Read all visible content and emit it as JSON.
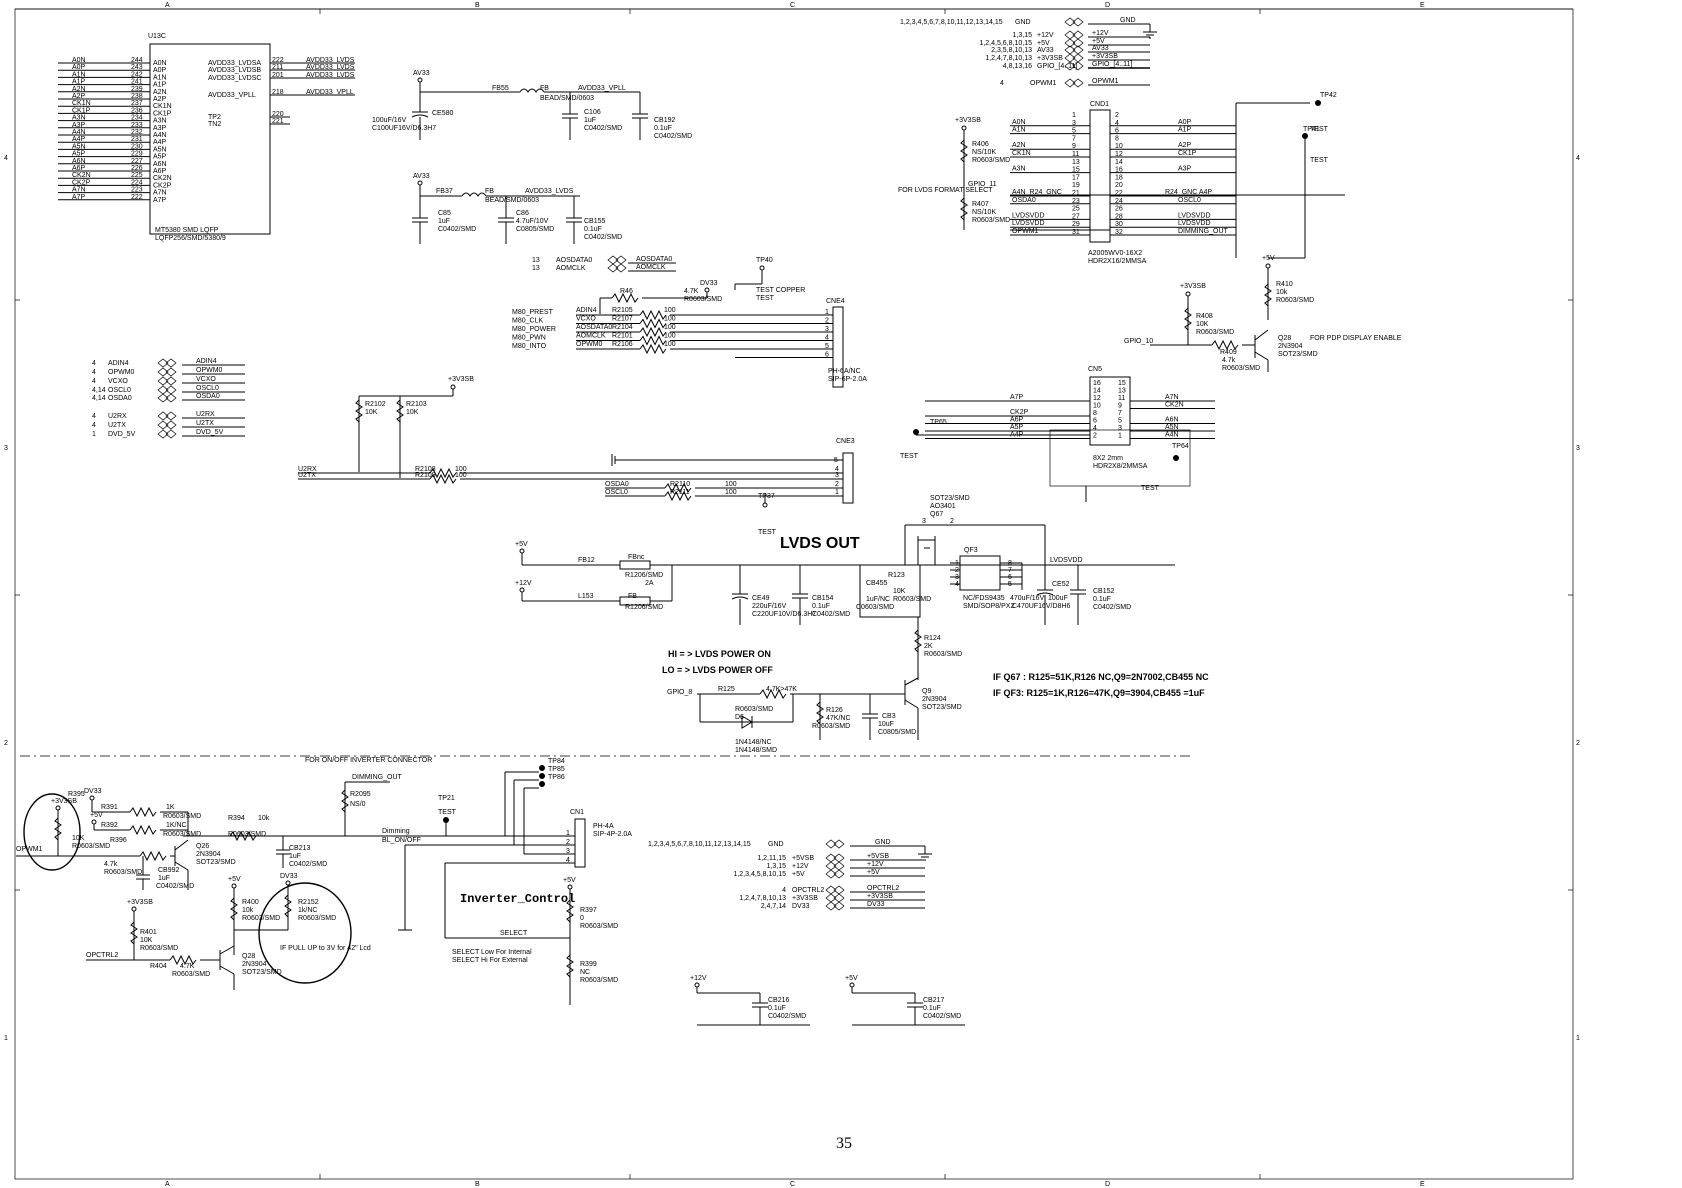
{
  "page": {
    "number": "35"
  },
  "u13c": {
    "ref": "U13C",
    "part": "MT5380 SMD LQFP",
    "pkg": "LQFP256/SMD/5380/9",
    "left_pins": [
      {
        "name": "A0N",
        "num": "244"
      },
      {
        "name": "A0P",
        "num": "243"
      },
      {
        "name": "A1N",
        "num": "242"
      },
      {
        "name": "A1P",
        "num": "241"
      },
      {
        "name": "A2N",
        "num": "239"
      },
      {
        "name": "A2P",
        "num": "238"
      },
      {
        "name": "CK1N",
        "num": "237"
      },
      {
        "name": "CK1P",
        "num": "236"
      },
      {
        "name": "A3N",
        "num": "234"
      },
      {
        "name": "A3P",
        "num": "233"
      },
      {
        "name": "A4N",
        "num": "232"
      },
      {
        "name": "A4P",
        "num": "231"
      },
      {
        "name": "A5N",
        "num": "230"
      },
      {
        "name": "A5P",
        "num": "229"
      },
      {
        "name": "A6N",
        "num": "227"
      },
      {
        "name": "A6P",
        "num": "226"
      },
      {
        "name": "CK2N",
        "num": "225"
      },
      {
        "name": "CK2P",
        "num": "224"
      },
      {
        "name": "A7N",
        "num": "223"
      },
      {
        "name": "A7P",
        "num": "222"
      }
    ],
    "right_pins": [
      {
        "name": "AVDD33_LVDSA",
        "num": "222",
        "net": "AVDD33_LVDS"
      },
      {
        "name": "AVDD33_LVDSB",
        "num": "211",
        "net": "AVDD33_LVDS"
      },
      {
        "name": "AVDD33_LVDSC",
        "num": "201",
        "net": "AVDD33_LVDS"
      },
      {
        "name": "AVDD33_VPLL",
        "num": "218",
        "net": "AVDD33_VPLL"
      },
      {
        "name": "TP2",
        "num": "220",
        "net": ""
      },
      {
        "name": "TN2",
        "num": "221",
        "net": ""
      }
    ]
  },
  "power_filter": {
    "top": {
      "rail": "AV33",
      "fb": "FB55",
      "fb2": "FB",
      "bead": "BEAD/SMD/0603",
      "net": "AVDD33_VPLL",
      "caps": [
        {
          "ref": "CE580",
          "val": "100uF/16V",
          "pkg": "C100UF16V/D6.3H7"
        },
        {
          "ref": "C106",
          "val": "1uF",
          "pkg": "C0402/SMD"
        },
        {
          "ref": "CB192",
          "val": "0.1uF",
          "pkg": "C0402/SMD"
        }
      ]
    },
    "bottom": {
      "rail": "AV33",
      "fb": "FB37",
      "fb2": "FB",
      "bead": "BEAD/SMD/0603",
      "net": "AVDD33_LVDS",
      "caps": [
        {
          "ref": "C85",
          "val": "1uF",
          "pkg": "C0402/SMD"
        },
        {
          "ref": "C86",
          "val": "4.7uF/10V",
          "pkg": "C0805/SMD"
        },
        {
          "ref": "CB155",
          "val": "0.1uF",
          "pkg": "C0402/SMD"
        }
      ]
    }
  },
  "aosd": {
    "lines": [
      {
        "num": "13",
        "name": "AOSDATA0",
        "net": "AOSDATA0"
      },
      {
        "num": "13",
        "name": "AOMCLK",
        "net": "AOMCLK"
      }
    ]
  },
  "cne4": {
    "ref": "CNE4",
    "part": "PH-6A/NC",
    "pkg": "SIP-6P-2.0A",
    "dv33": "DV33",
    "r46": "R46",
    "r46v": "4.7K",
    "r46p": "R0603/SMD",
    "tp": "TP40",
    "tp_note": "TEST COPPER",
    "tp_test": "TEST",
    "rows": [
      {
        "sig": "M80_PREST",
        "net": "ADIN4",
        "r": "R2105",
        "v": "100",
        "pin": "1"
      },
      {
        "sig": "M80_CLK",
        "net": "VCXO",
        "r": "R2107",
        "v": "100",
        "pin": "2"
      },
      {
        "sig": "M80_POWER",
        "net": "AOSDATA0",
        "r": "R2104",
        "v": "100",
        "pin": "3"
      },
      {
        "sig": "M80_PWN",
        "net": "AOMCLK",
        "r": "R2101",
        "v": "100",
        "pin": "4"
      },
      {
        "sig": "M80_INTO",
        "net": "OPWM0",
        "r": "R2106",
        "v": "100",
        "pin": "5"
      },
      {
        "sig": "",
        "net": "",
        "r": "",
        "v": "",
        "pin": "6"
      }
    ]
  },
  "offpage_left": [
    {
      "num": "4",
      "name": "ADIN4",
      "net": "ADIN4"
    },
    {
      "num": "4",
      "name": "OPWM0",
      "net": "OPWM0"
    },
    {
      "num": "4",
      "name": "VCXO",
      "net": "VCXO"
    },
    {
      "num": "4,14",
      "name": "OSCL0",
      "net": "OSCL0"
    },
    {
      "num": "4,14",
      "name": "OSDA0",
      "net": "OSDA0"
    },
    {
      "num": "4",
      "name": "U2RX",
      "net": "U2RX"
    },
    {
      "num": "4",
      "name": "U2TX",
      "net": "U2TX"
    },
    {
      "num": "1",
      "name": "DVD_5V",
      "net": "DVD_5V"
    }
  ],
  "cne3": {
    "ref": "CNE3",
    "rail": "+3V3SB",
    "pull": [
      {
        "ref": "R2102",
        "v": "10K"
      },
      {
        "ref": "R2103",
        "v": "10K"
      }
    ],
    "rows": [
      {
        "net": "U2RX",
        "r": "R2108",
        "v": "100",
        "pin": "4"
      },
      {
        "net": "U2TX",
        "r": "R2109",
        "v": "100",
        "pin": "3"
      },
      {
        "net": "OSDA0",
        "r": "R2110",
        "v": "100",
        "pin": "2"
      },
      {
        "net": "OSCL0",
        "r": "R2111",
        "v": "100",
        "pin": "1"
      }
    ],
    "pin5": "5",
    "tp": "TP37",
    "tp_test": "TEST"
  },
  "lvds": {
    "title": "LVDS OUT",
    "p5v": "+5V",
    "p12v": "+12V",
    "fb1": {
      "ref": "FB12",
      "v": "FBnc",
      "pkg": "R1206/SMD",
      "cur": "2A"
    },
    "fb2": {
      "ref": "L153",
      "v": "FB",
      "pkg": "R1206/SMD"
    },
    "ce49": {
      "ref": "CE49",
      "v": "220uF/16V",
      "pkg": "C220UF10V/D6.3H7"
    },
    "cb154": {
      "ref": "CB154",
      "v": "0.1uF",
      "pkg": "C0402/SMD"
    },
    "cb455": {
      "ref": "CB455",
      "v": "1uF/NC",
      "pkg": "C0603/SMD"
    },
    "r123": {
      "ref": "R123",
      "v": "10K",
      "pkg": "R0603/SMD"
    },
    "q67": {
      "ref": "Q67",
      "part": "AO3401",
      "pkg": "SOT23/SMD"
    },
    "qf3": {
      "ref": "QF3",
      "part": "NC/FDS9435",
      "pkg": "SMD/SOP8/PX2"
    },
    "ce52": {
      "ref": "CE52",
      "v": "470uF/16V",
      "pkg": "C470UF16V/D8H6",
      "v2": "100uF"
    },
    "cb152": {
      "ref": "CB152",
      "v": "0.1uF",
      "pkg": "C0402/SMD"
    },
    "net": "LVDSVDD",
    "r124": {
      "ref": "R124",
      "v": "2K",
      "pkg": "R0603/SMD"
    },
    "q9": {
      "ref": "Q9",
      "part": "2N3904",
      "pkg": "SOT23/SMD"
    },
    "r125": {
      "ref": "R125",
      "v": "4.7K>47K",
      "pkg": "R0603/SMD"
    },
    "d6": {
      "ref": "D6",
      "part": "1N4148/NC",
      "pkg": "1N4148/SMD"
    },
    "r126": {
      "ref": "R126",
      "v": "47K/NC",
      "pkg": "R0603/SMD"
    },
    "cb3": {
      "ref": "CB3",
      "v": "10uF",
      "pkg": "C0805/SMD"
    },
    "gpio": "GPIO_8",
    "hi": "HI = > LVDS  POWER ON",
    "lo": "LO = > LVDS  POWER OFF",
    "note1": "IF Q67 : R125=51K,R126 NC,Q9=2N7002,CB455 NC",
    "note2": "IF QF3: R125=1K,R126=47K,Q9=3904,CB455 =1uF"
  },
  "gnd_table": {
    "rows": [
      {
        "pins": "1,2,3,4,5,6,7,8,10,11,12,13,14,15",
        "name": "GND",
        "net": "GND"
      },
      {
        "pins": "1,3,15",
        "name": "+12V",
        "net": "+12V"
      },
      {
        "pins": "1,2,4,5,6,8,10,15",
        "name": "+5V",
        "net": "+5V"
      },
      {
        "pins": "2,3,5,8,10,13",
        "name": "AV33",
        "net": "AV33"
      },
      {
        "pins": "1,2,4,7,8,10,13",
        "name": "+3V3SB",
        "net": "+3V3SB"
      },
      {
        "pins": "4,8,13,16",
        "name": "GPIO_[4..11]",
        "net": "GPIO_[4..11]"
      },
      {
        "pins": "4",
        "name": "OPWM1",
        "net": "OPWM1"
      }
    ]
  },
  "cnd1": {
    "ref": "CND1",
    "part": "A2005WV0-16X2",
    "pkg": "HDR2X16/2MMSA",
    "rail": "+3V3SB",
    "r406": {
      "ref": "R406",
      "v": "NS/10K",
      "pkg": "R0603/SMD"
    },
    "r407": {
      "ref": "R407",
      "v": "NS/10K",
      "pkg": "R0603/SMD"
    },
    "gpio": "GPIO_11",
    "note": "FOR LVDS FORMAT SELECT",
    "left": [
      {
        "net": "",
        "pin": "1"
      },
      {
        "net": "A0N",
        "pin": "3"
      },
      {
        "net": "A1N",
        "pin": "5"
      },
      {
        "net": "",
        "pin": "7"
      },
      {
        "net": "A2N",
        "pin": "9"
      },
      {
        "net": "CK1N",
        "pin": "11"
      },
      {
        "net": "",
        "pin": "13"
      },
      {
        "net": "A3N",
        "pin": "15"
      },
      {
        "net": "",
        "pin": "17"
      },
      {
        "net": "",
        "pin": "19"
      },
      {
        "net": "A4N_R24_GNC",
        "pin": "21"
      },
      {
        "net": "OSDA0",
        "pin": "23"
      },
      {
        "net": "",
        "pin": "25"
      },
      {
        "net": "LVDSVDD",
        "pin": "27"
      },
      {
        "net": "LVDSVDD",
        "pin": "29"
      },
      {
        "net": "OPWM1",
        "pin": "31"
      }
    ],
    "right": [
      {
        "net": "",
        "pin": "2"
      },
      {
        "net": "A0P",
        "pin": "4"
      },
      {
        "net": "A1P",
        "pin": "6"
      },
      {
        "net": "",
        "pin": "8"
      },
      {
        "net": "A2P",
        "pin": "10"
      },
      {
        "net": "CK1P",
        "pin": "12"
      },
      {
        "net": "",
        "pin": "14"
      },
      {
        "net": "A3P",
        "pin": "16"
      },
      {
        "net": "",
        "pin": "18"
      },
      {
        "net": "",
        "pin": "20"
      },
      {
        "net": "R24_GNC    A4P",
        "pin": "22"
      },
      {
        "net": "OSCL0",
        "pin": "24"
      },
      {
        "net": "",
        "pin": "26"
      },
      {
        "net": "LVDSVDD",
        "pin": "28"
      },
      {
        "net": "LVDSVDD",
        "pin": "30"
      },
      {
        "net": "DIMMING_OUT",
        "pin": "32"
      }
    ],
    "tp42": "TP42",
    "tp41": "TP41",
    "test": "TEST"
  },
  "q28a": {
    "rail": "+3V3SB",
    "p5v": "+5V",
    "r408": {
      "ref": "R408",
      "v": "10K",
      "pkg": "R0603/SMD"
    },
    "r409": {
      "ref": "R409",
      "v": "4.7k",
      "pkg": "R0603/SMD"
    },
    "r410": {
      "ref": "R410",
      "v": "10k",
      "pkg": "R0603/SMD"
    },
    "q": {
      "ref": "Q28",
      "part": "2N3904",
      "pkg": "SOT23/SMD"
    },
    "gpio": "GPIO_10",
    "note": "FOR PDP DISPLAY ENABLE"
  },
  "cn5": {
    "ref": "CN5",
    "part": "8X2 2mm",
    "pkg": "HDR2X8/2MMSA",
    "left": [
      {
        "net": "",
        "pin": "16"
      },
      {
        "net": "",
        "pin": "14"
      },
      {
        "net": "A7P",
        "pin": "12"
      },
      {
        "net": "",
        "pin": "10"
      },
      {
        "net": "CK2P",
        "pin": "8"
      },
      {
        "net": "A6P",
        "pin": "6"
      },
      {
        "net": "A5P",
        "pin": "4"
      },
      {
        "net": "A4P",
        "pin": "2"
      }
    ],
    "right": [
      {
        "net": "",
        "pin": "15"
      },
      {
        "net": "",
        "pin": "13"
      },
      {
        "net": "A7N",
        "pin": "11"
      },
      {
        "net": "CK2N",
        "pin": "9"
      },
      {
        "net": "",
        "pin": "7"
      },
      {
        "net": "A6N",
        "pin": "5"
      },
      {
        "net": "A5N",
        "pin": "3"
      },
      {
        "net": "A4N",
        "pin": "1"
      }
    ],
    "tp65": "TP65",
    "tp64": "TP64",
    "test": "TEST"
  },
  "inverter": {
    "note_top": "FOR ON/OFF INVERTER CONNECTOR",
    "dimming": "DIMMING_OUT",
    "r2095": {
      "ref": "R2095",
      "v": "NS/0"
    },
    "tp21": "TP21",
    "test": "TEST",
    "tp84": "TP84",
    "tp85": "TP85",
    "tp86": "TP86",
    "cn1": {
      "ref": "CN1",
      "part": "PH-4A",
      "pkg": "SIP-4P-2.0A"
    },
    "nets": {
      "dim": "Dimming",
      "blon": "BL_ON/OFF"
    },
    "dv33": "DV33",
    "rail": "+3V3SB",
    "p5v": "+5V",
    "r391": {
      "ref": "R391",
      "v": "1K",
      "pkg": "R0603/SMD"
    },
    "r392": {
      "ref": "R392",
      "v": "1K/NC",
      "pkg": "R0603/SMD"
    },
    "r395": {
      "ref": "R395",
      "v": "10K",
      "pkg": "R0603/SMD"
    },
    "r396": {
      "ref": "R396",
      "v": "4.7k",
      "pkg": "R0603/SMD"
    },
    "opwm": "OPWM1",
    "q26": {
      "ref": "Q26",
      "part": "2N3904",
      "pkg": "SOT23/SMD"
    },
    "cb992": {
      "ref": "CB992",
      "v": "1uF",
      "pkg": "C0402/SMD"
    },
    "r394": {
      "ref": "R394",
      "v": "10k",
      "pkg": "R0603/SMD"
    },
    "cb213": {
      "ref": "CB213",
      "v": "1uF",
      "pkg": "C0402/SMD"
    },
    "r400": {
      "ref": "R400",
      "v": "10k",
      "pkg": "R0603/SMD"
    },
    "r2152": {
      "ref": "R2152",
      "v": "1k/NC",
      "pkg": "R0603/SMD"
    },
    "circle_note": "IF PULL UP to 3V for 42\" Lcd",
    "r401": {
      "ref": "R401",
      "v": "10K",
      "pkg": "R0603/SMD"
    },
    "r404": {
      "ref": "R404",
      "v": "4.7K",
      "pkg": "R0603/SMD"
    },
    "q28": {
      "ref": "Q28",
      "part": "2N3904",
      "pkg": "SOT23/SMD"
    },
    "opctrl": "OPCTRL2",
    "title": "Inverter_Control",
    "select": "SELECT",
    "sel_note1": "SELECT Low For Internal",
    "sel_note2": "SELECT Hi  For External",
    "r397": {
      "ref": "R397",
      "v": "0",
      "pkg": "R0603/SMD"
    },
    "r399": {
      "ref": "R399",
      "v": "NC",
      "pkg": "R0603/SMD"
    }
  },
  "gnd_table2": {
    "rows": [
      {
        "pins": "1,2,3,4,5,6,7,8,10,11,12,13,14,15",
        "name": "GND",
        "net": "GND"
      },
      {
        "pins": "1,2,11,15",
        "name": "+5VSB",
        "net": "+5VSB"
      },
      {
        "pins": "1,3,15",
        "name": "+12V",
        "net": "+12V"
      },
      {
        "pins": "1,2,3,4,5,8,10,15",
        "name": "+5V",
        "net": "+5V"
      },
      {
        "pins": "4",
        "name": "OPCTRL2",
        "net": "OPCTRL2"
      },
      {
        "pins": "1,2,4,7,8,10,13",
        "name": "+3V3SB",
        "net": "+3V3SB"
      },
      {
        "pins": "2,4,7,14",
        "name": "DV33",
        "net": "DV33"
      }
    ]
  },
  "decoupling": [
    {
      "rail": "+12V",
      "ref": "CB216",
      "v": "0.1uF",
      "pkg": "C0402/SMD"
    },
    {
      "rail": "+5V",
      "ref": "CB217",
      "v": "0.1uF",
      "pkg": "C0402/SMD"
    }
  ],
  "border": {
    "cols": [
      "A",
      "B",
      "C",
      "D",
      "E"
    ],
    "rows": [
      "4",
      "3",
      "2",
      "1"
    ]
  }
}
